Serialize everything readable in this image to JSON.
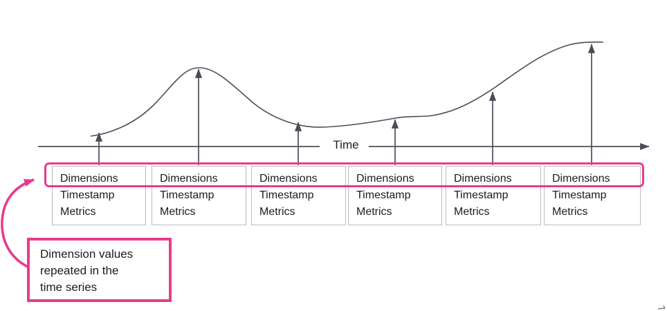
{
  "colors": {
    "pink": "#E93A8C",
    "line": "#4A4D58",
    "boxborder": "#B9BAC1",
    "text": "#1B1B1F"
  },
  "axis": {
    "label": "Time"
  },
  "boxes": [
    {
      "dimensions": "Dimensions",
      "timestamp": "Timestamp",
      "metrics": "Metrics"
    },
    {
      "dimensions": "Dimensions",
      "timestamp": "Timestamp",
      "metrics": "Metrics"
    },
    {
      "dimensions": "Dimensions",
      "timestamp": "Timestamp",
      "metrics": "Metrics"
    },
    {
      "dimensions": "Dimensions",
      "timestamp": "Timestamp",
      "metrics": "Metrics"
    },
    {
      "dimensions": "Dimensions",
      "timestamp": "Timestamp",
      "metrics": "Metrics"
    },
    {
      "dimensions": "Dimensions",
      "timestamp": "Timestamp",
      "metrics": "Metrics"
    }
  ],
  "annotation": {
    "line1": "Dimension values",
    "line2": "repeated in the",
    "line3": "time series"
  }
}
